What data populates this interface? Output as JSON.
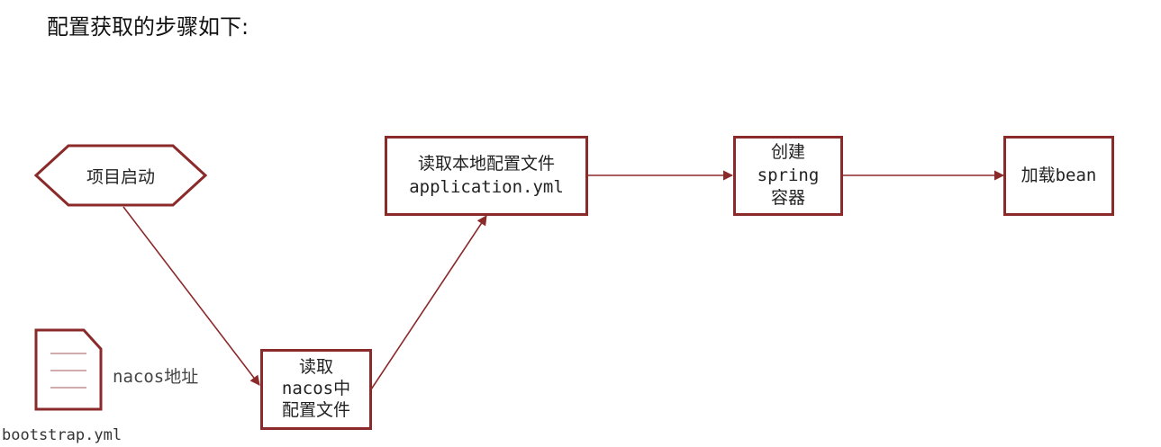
{
  "title": "配置获取的步骤如下:",
  "colors": {
    "stroke": "#8b2a2a",
    "text": "#222222"
  },
  "icons": {
    "file": "document-icon"
  },
  "nodes": {
    "start": {
      "label": "项目启动"
    },
    "read_nacos": {
      "line1": "读取",
      "line2": "nacos中",
      "line3": "配置文件"
    },
    "read_local": {
      "line1": "读取本地配置文件",
      "line2": "application.yml"
    },
    "create_container": {
      "line1": "创建",
      "line2": "spring",
      "line3": "容器"
    },
    "load_bean": {
      "label": "加载bean"
    }
  },
  "file": {
    "name": "bootstrap.yml",
    "note": "nacos地址"
  }
}
